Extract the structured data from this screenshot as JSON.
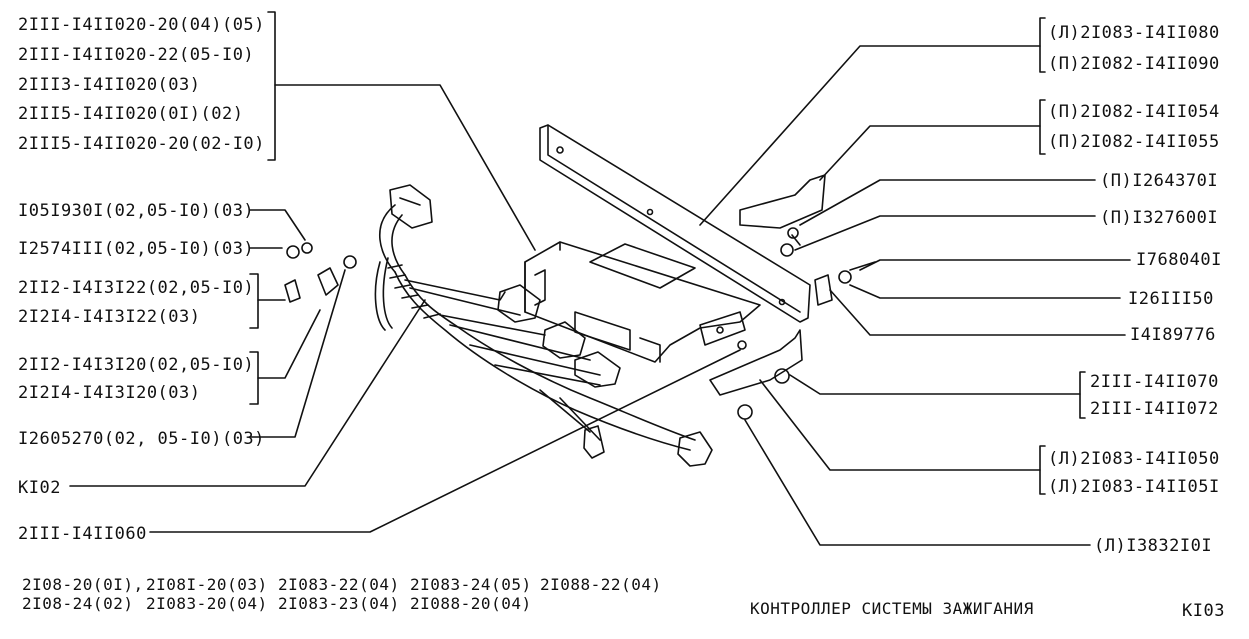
{
  "left_groups": {
    "g1": [
      "2III-I4II020-20(04)(05)",
      "2III-I4II020-22(05-I0)",
      "2III3-I4II020(03)",
      "2III5-I4II020(0I)(02)",
      "2III5-I4II020-20(02-I0)"
    ],
    "p1": "I05I930I(02,05-I0)(03)",
    "p2": "I2574III(02,05-I0)(03)",
    "g2": [
      "2II2-I4I3I22(02,05-I0)",
      "2I2I4-I4I3I22(03)"
    ],
    "g3": [
      "2II2-I4I3I20(02,05-I0)",
      "2I2I4-I4I3I20(03)"
    ],
    "p3": "I2605270(02, 05-I0)(03)",
    "p4": "KI02",
    "p5": "2III-I4II060"
  },
  "right_groups": {
    "r1": [
      "(Л)2I083-I4II080",
      "(П)2I082-I4II090"
    ],
    "r2": [
      "(П)2I082-I4II054",
      "(П)2I082-I4II055"
    ],
    "r3": "(П)I264370I",
    "r4": "(П)I327600I",
    "r5": "I768040I",
    "r6": "I26III50",
    "r7": "I4I89776",
    "r8": [
      "2III-I4II070",
      "2III-I4II072"
    ],
    "r9": [
      "(Л)2I083-I4II050",
      "(Л)2I083-I4II05I"
    ],
    "r10": "(Л)I3832I0I"
  },
  "footer": {
    "models_row1": [
      "2I08-20(0I),",
      "2I08I-20(03)",
      "2I083-22(04)",
      "2I083-24(05)",
      "2I088-22(04)"
    ],
    "models_row2": [
      "2I08-24(02)",
      "2I083-20(04)",
      "2I083-23(04)",
      "2I088-20(04)"
    ],
    "title": "КОНТРОЛЛЕР СИСТЕМЫ ЗАЖИГАНИЯ",
    "page_code": "KI03"
  },
  "colors": {
    "ink": "#111111",
    "paper": "#ffffff"
  }
}
